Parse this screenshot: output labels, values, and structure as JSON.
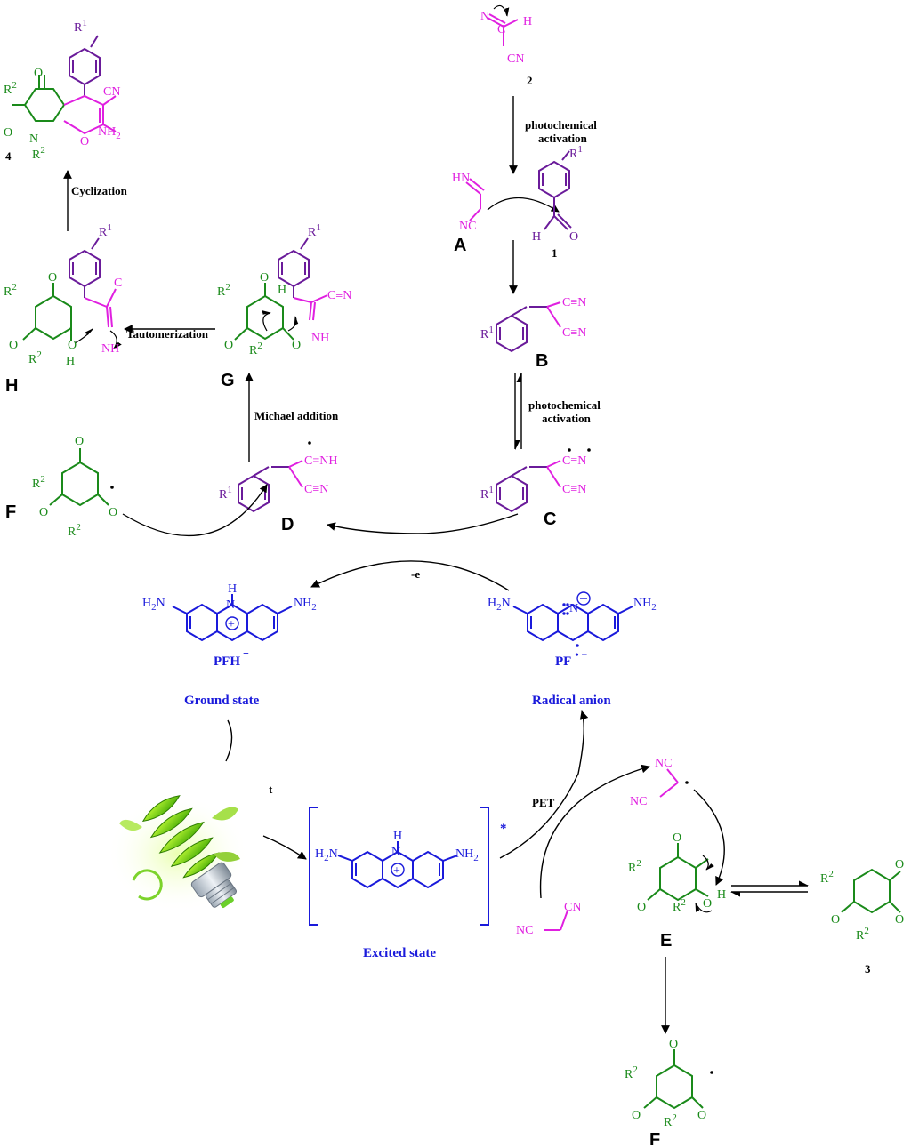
{
  "colors": {
    "magenta": "#e020e0",
    "purple": "#6a1b9a",
    "green": "#1a8a1a",
    "blue": "#1a1adb",
    "black": "#000000"
  },
  "compound_labels": {
    "A": "A",
    "B": "B",
    "C": "C",
    "D": "D",
    "E": "E",
    "F": "F",
    "F_bottom": "F",
    "G": "G",
    "H": "H",
    "one": "1",
    "two": "2",
    "three": "3",
    "four": "4"
  },
  "steps": {
    "photo1_a": "photochemical",
    "photo1_b": "activation",
    "photo2_a": "photochemical",
    "photo2_b": "activation",
    "cyclization": "Cyclization",
    "tautomerization": "Tautomerization",
    "michael": "Michael addition",
    "minus_e": "-e",
    "pet": "PET",
    "t": "t"
  },
  "states": {
    "ground": "Ground state",
    "radical": "Radical anion",
    "excited": "Excited state",
    "pfh": "PFH",
    "pfh_sup": "+",
    "pf": "PF",
    "pf_sup": "• −",
    "star": "*"
  },
  "atoms": {
    "R1": "R",
    "R2": "R",
    "sup1": "1",
    "sup2": "2",
    "CN": "CN",
    "NC": "NC",
    "NH2": "NH",
    "H2N": "H",
    "sub2": "2",
    "N": "N",
    "O": "O",
    "H": "H",
    "C": "C",
    "HN": "HN",
    "NH": "NH",
    "CtripN": "C≡N",
    "CtripNH": "C=NH"
  },
  "icons": {
    "lamp": "lightbulb-icon"
  }
}
